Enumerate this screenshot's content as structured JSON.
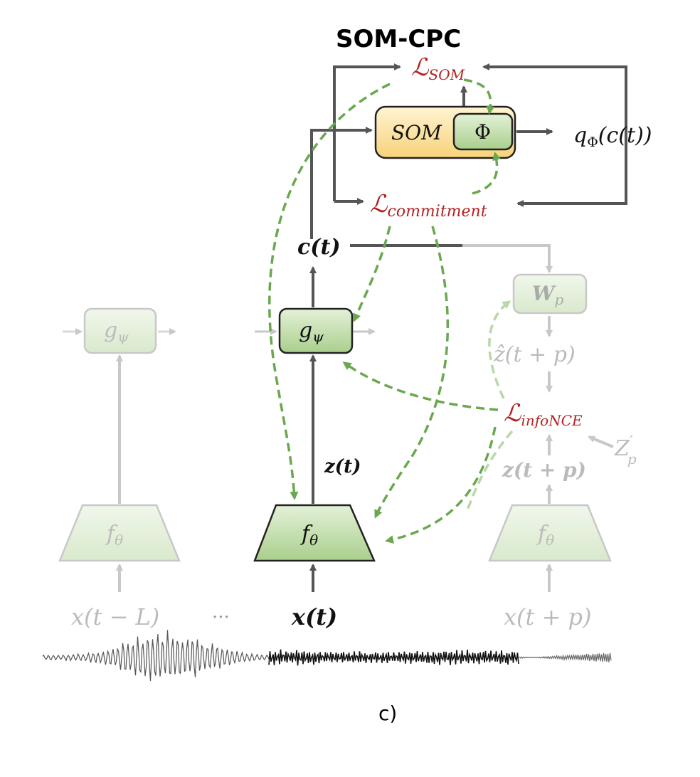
{
  "title": "SOM-CPC",
  "caption": "c)",
  "labels": {
    "loss_som": "ℒ",
    "loss_som_sub": "SOM",
    "loss_commit": "ℒ",
    "loss_commit_sub": "commitment",
    "loss_infonce": "ℒ",
    "loss_infonce_sub": "infoNCE",
    "som_box": "SOM",
    "phi_box": "Φ",
    "q_out_q": "q",
    "q_out_sub": "Φ",
    "q_out_arg": "(c(t))",
    "c_t": "c(t)",
    "g_psi": "g",
    "g_psi_sub": "ψ",
    "g_psi_ghost": "g",
    "g_psi_ghost_sub": "ψ",
    "w_p": "W",
    "w_p_sub": "p",
    "z_hat": "ẑ(t + p)",
    "z_t": "z(t)",
    "z_tp": "z(t + p)",
    "z_neg": "Z",
    "z_neg_sub": "p",
    "z_neg_prime": "′",
    "f_theta": "f",
    "f_theta_sub": "θ",
    "f_theta_left": "f",
    "f_theta_left_sub": "θ",
    "f_theta_right": "f",
    "f_theta_right_sub": "θ",
    "x_tl": "x(t − L)",
    "x_t": "x(t)",
    "x_tp": "x(t + p)",
    "dots": "···"
  },
  "colors": {
    "loss_red": "#b22222",
    "arrow_dark": "#555555",
    "arrow_ghost": "#c8c8c8",
    "green_dash": "#6aa84f",
    "green_fill": "#c9e2b4",
    "green_fill_ghost": "#e6f0de",
    "som_fill": "#fbe3a4"
  }
}
